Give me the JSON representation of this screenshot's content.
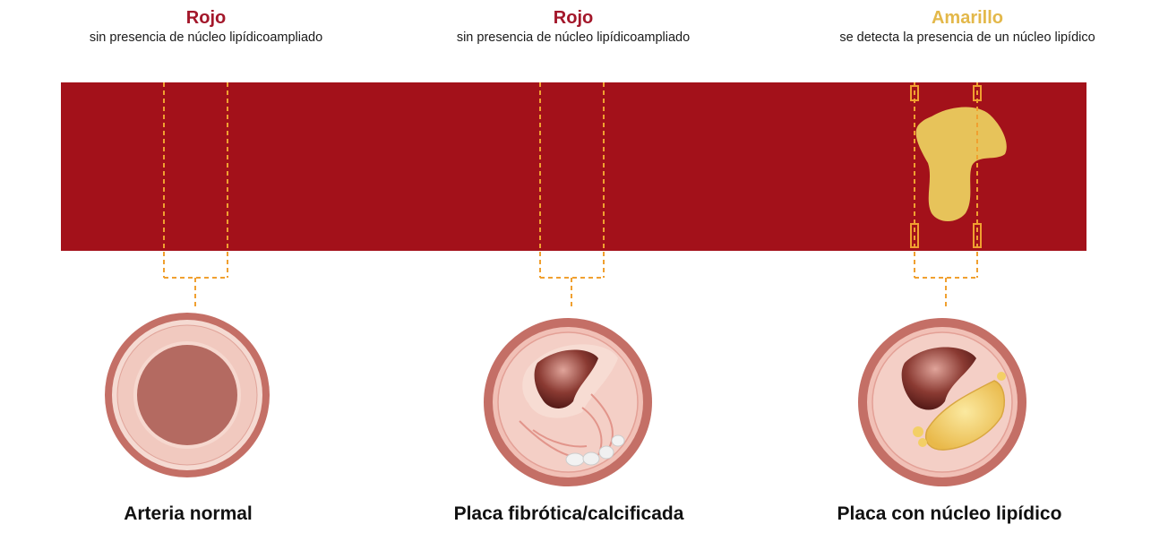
{
  "columns": [
    {
      "color_word": "Rojo",
      "color_hex": "#a3172a",
      "description": "sin presencia de núcleo lipídicoampliado",
      "caption": "Arteria normal"
    },
    {
      "color_word": "Rojo",
      "color_hex": "#a3172a",
      "description": "sin presencia de núcleo lipídicoampliado",
      "caption": "Placa fibrótica/calcificada"
    },
    {
      "color_word": "Amarillo",
      "color_hex": "#e3b84a",
      "description": "se detecta la presencia de un núcleo lipídico",
      "caption": "Placa con núcleo lipídico"
    }
  ],
  "colors": {
    "vessel_band": "#a3111a",
    "lipid_core": "#e7c35a",
    "bracket": "#f0a030"
  }
}
